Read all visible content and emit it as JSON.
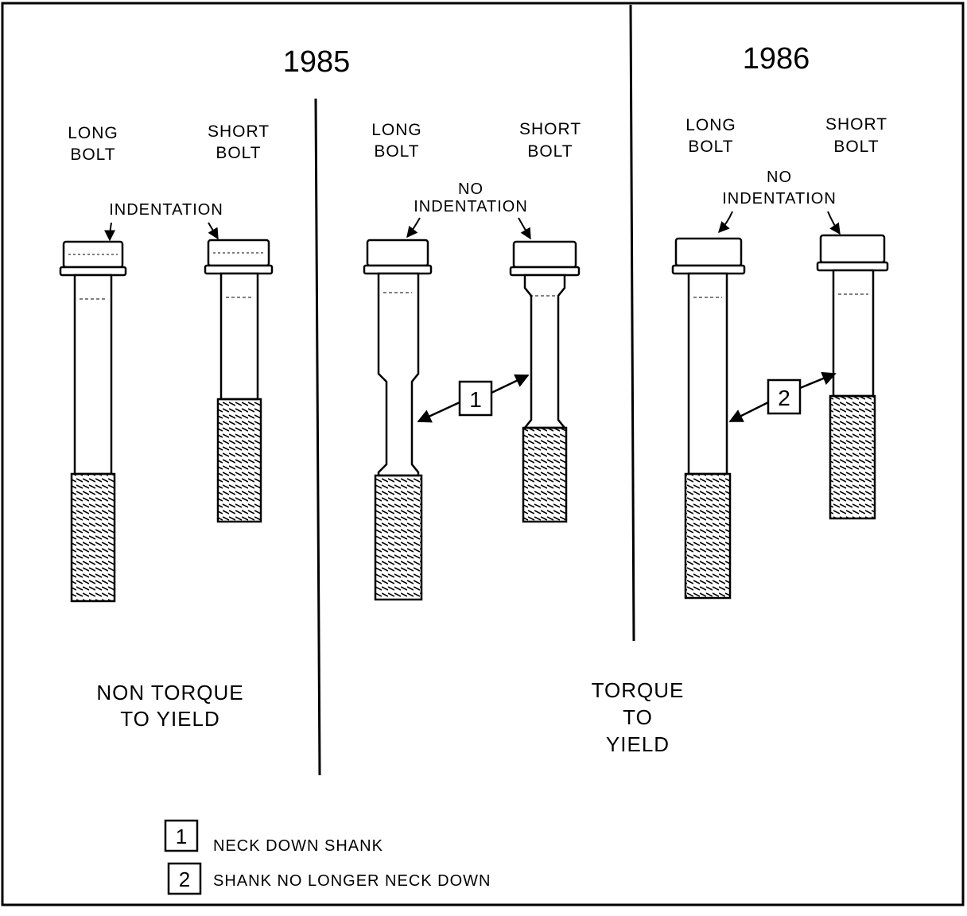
{
  "years": {
    "y1985": "1985",
    "y1986": "1986"
  },
  "panels": {
    "p1": {
      "long_line1": "LONG",
      "long_line2": "BOLT",
      "short_line1": "SHORT",
      "short_line2": "BOLT",
      "callout": "INDENTATION"
    },
    "p2": {
      "long_line1": "LONG",
      "long_line2": "BOLT",
      "short_line1": "SHORT",
      "short_line2": "BOLT",
      "callout_line1": "NO",
      "callout_line2": "INDENTATION"
    },
    "p3": {
      "long_line1": "LONG",
      "long_line2": "BOLT",
      "short_line1": "SHORT",
      "short_line2": "BOLT",
      "callout_line1": "NO",
      "callout_line2": "INDENTATION"
    }
  },
  "captions": {
    "left_line1": "NON TORQUE",
    "left_line2": "TO YIELD",
    "right_line1": "TORQUE",
    "right_line2": "TO",
    "right_line3": "YIELD"
  },
  "markers": {
    "m1": "1",
    "m2": "2"
  },
  "legend": [
    {
      "key": "1",
      "text": "NECK DOWN SHANK"
    },
    {
      "key": "2",
      "text": "SHANK NO LONGER NECK DOWN"
    }
  ]
}
